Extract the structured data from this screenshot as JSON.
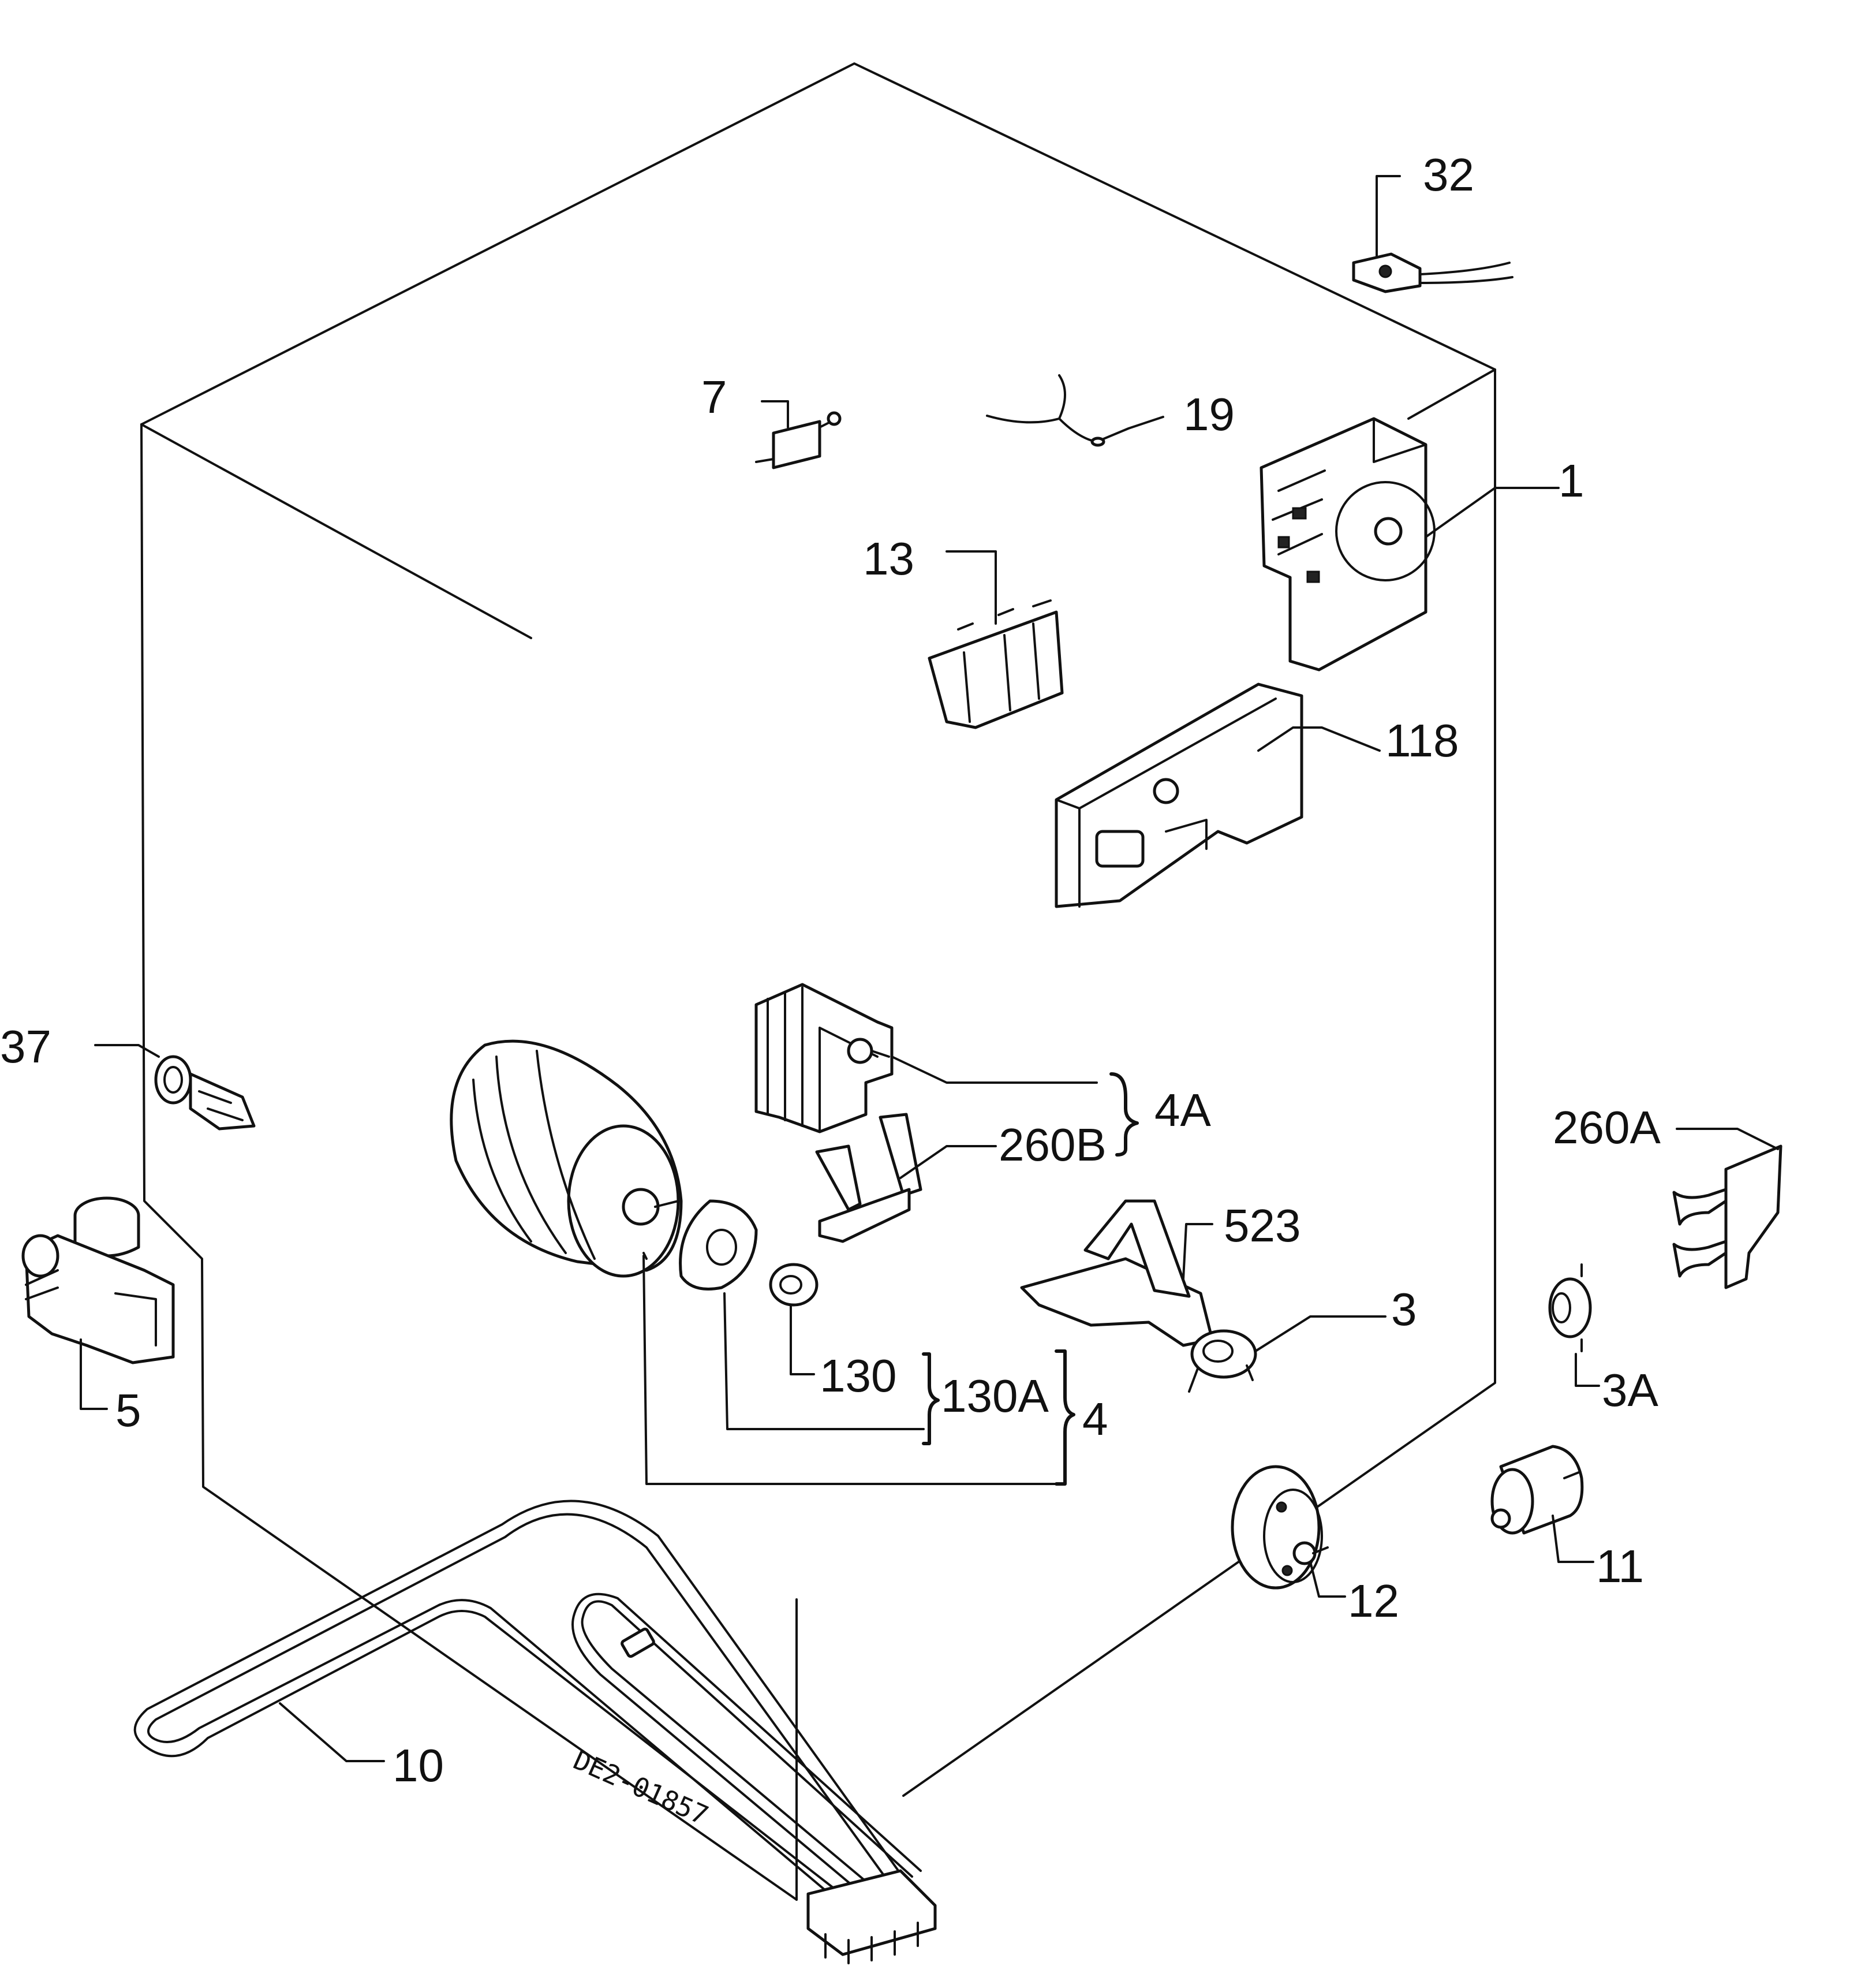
{
  "parts": {
    "p32": "32",
    "p7": "7",
    "p19": "19",
    "p1": "1",
    "p13": "13",
    "p118": "118",
    "p37": "37",
    "p4A": "4A",
    "p260B": "260B",
    "p260A": "260A",
    "p523": "523",
    "p3": "3",
    "p3A": "3A",
    "p5": "5",
    "p130": "130",
    "p130A": "130A",
    "p4": "4",
    "p12": "12",
    "p11": "11",
    "p10": "10"
  },
  "drawing_code": "DE2-01857"
}
